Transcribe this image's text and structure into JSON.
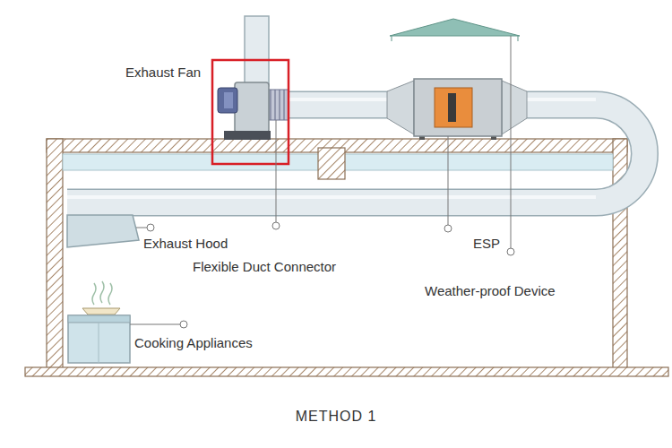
{
  "diagram": {
    "caption": "METHOD 1",
    "labels": [
      "Exhaust Fan",
      "Exhaust Hood",
      "Flexible Duct Connector",
      "ESP",
      "Weather-proof Device",
      "Cooking Appliances"
    ]
  }
}
